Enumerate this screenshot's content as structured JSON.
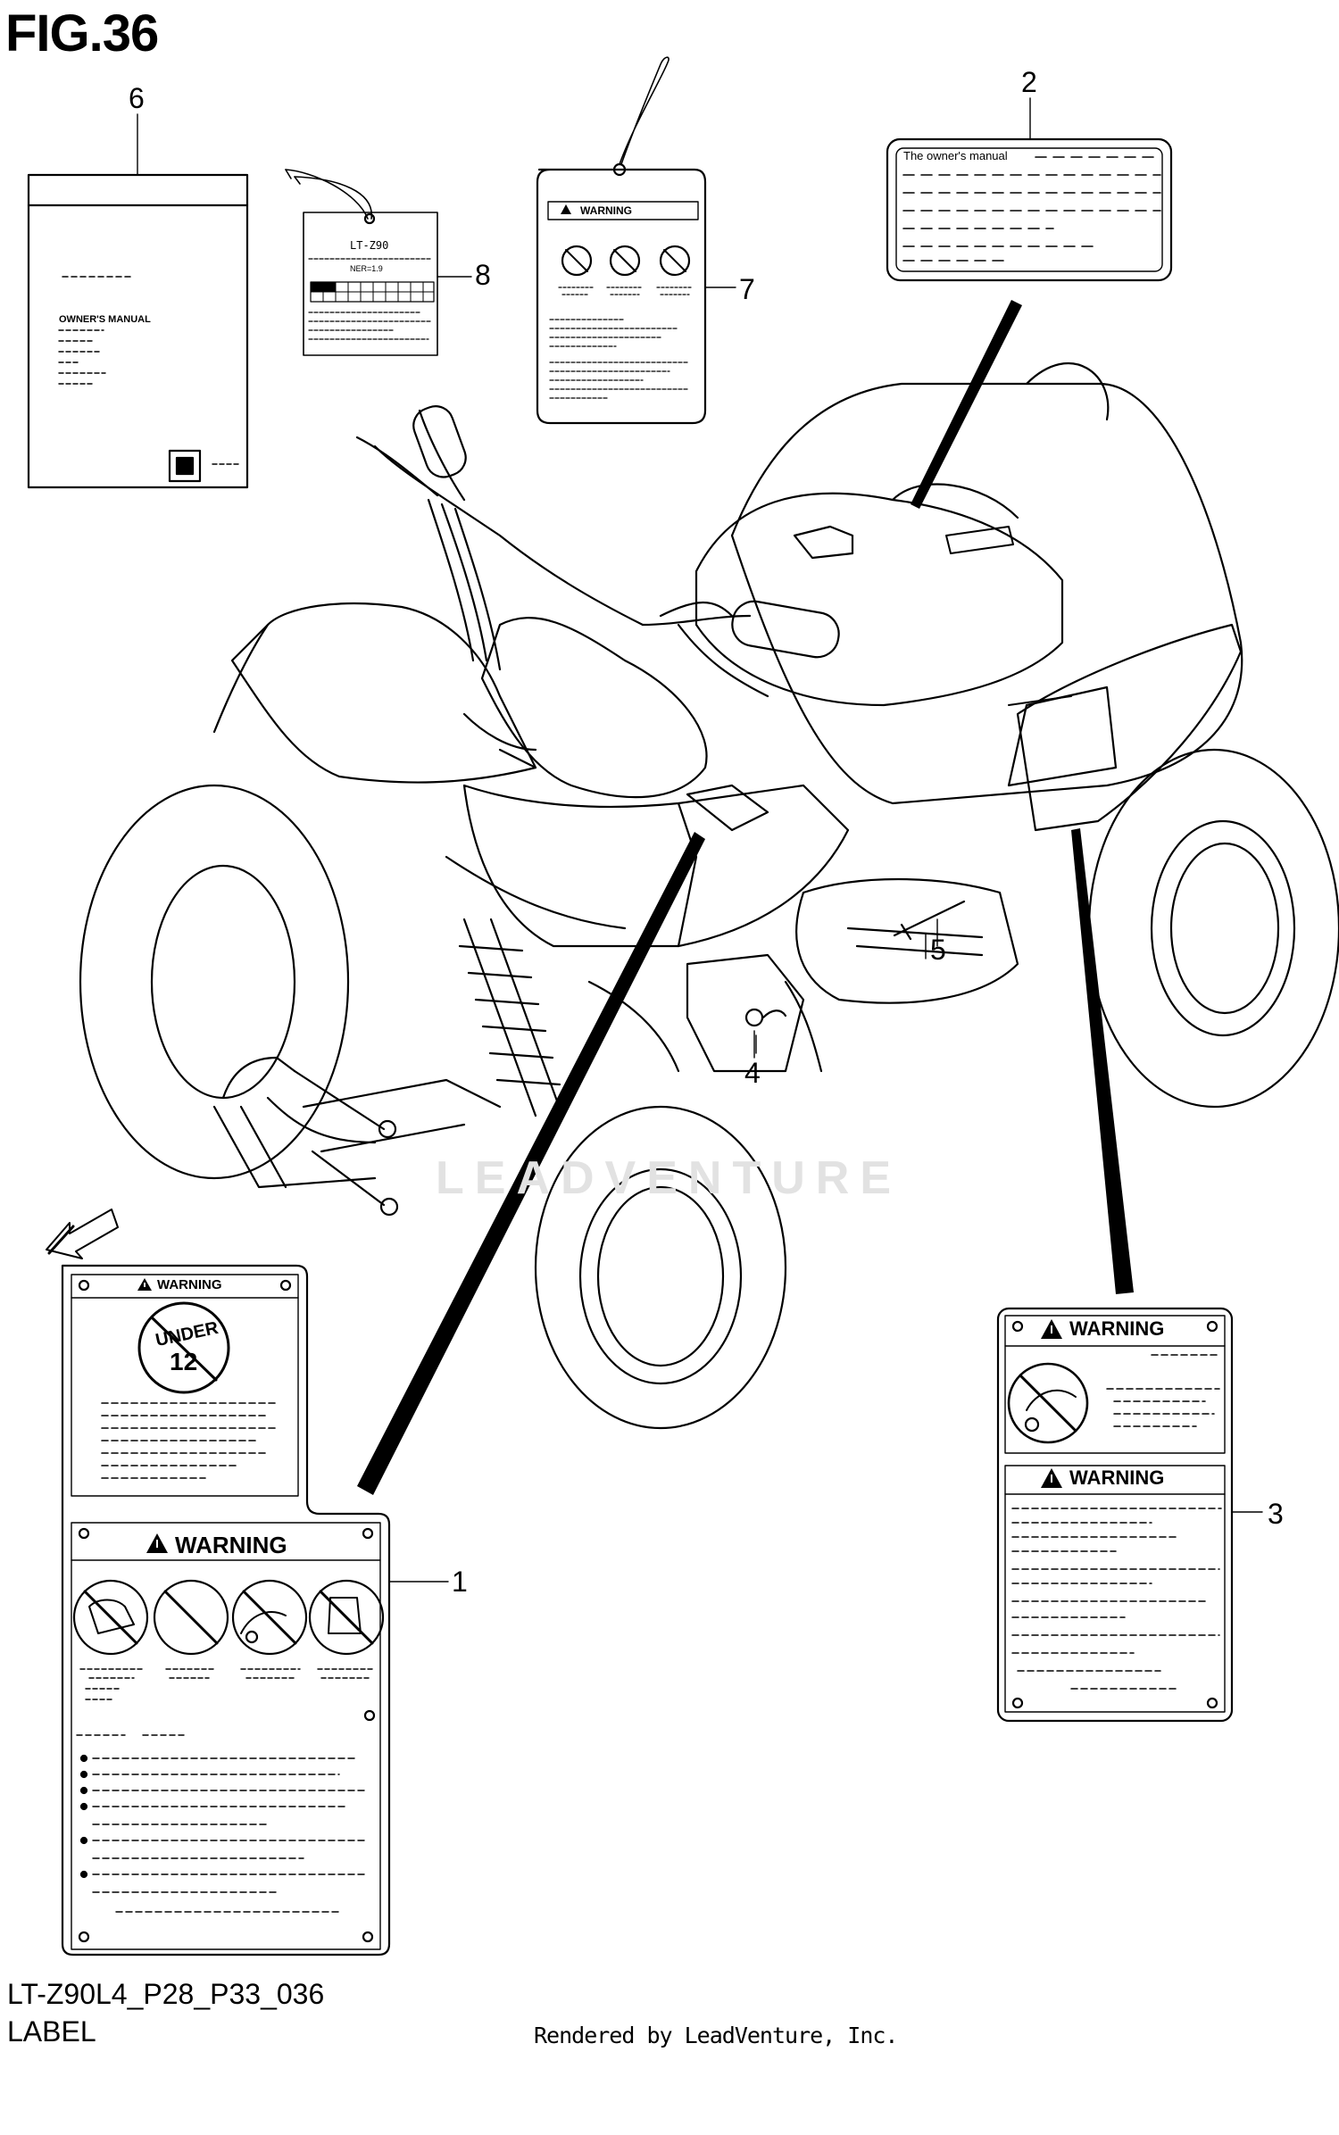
{
  "figure": {
    "title": "FIG.36",
    "part_code": "LT-Z90L4_P28_P33_036",
    "part_name": "LABEL",
    "rendered_by": "Rendered by LeadVenture, Inc.",
    "watermark": "LEADVENTURE"
  },
  "callouts": [
    "1",
    "2",
    "3",
    "4",
    "5",
    "6",
    "7",
    "8"
  ],
  "labels": {
    "manual_cover": {
      "title": "OWNER'S MANUAL"
    },
    "manual_decal": {
      "text": "The owner's manual"
    },
    "tag_model": {
      "model": "LT-Z90",
      "ratio": "NER=1.9"
    },
    "tag_warning": {
      "heading": "WARNING"
    },
    "label_1": {
      "top_heading": "WARNING",
      "age_text": "UNDER",
      "age_number": "12",
      "main_heading": "WARNING"
    },
    "label_3": {
      "top_heading": "WARNING",
      "bottom_heading": "WARNING"
    }
  },
  "icons": [
    "no-passenger-icon",
    "no-riding-icon",
    "no-alcohol-icon",
    "suzuki-logo-icon",
    "warning-triangle-icon",
    "fwd-arrow-icon"
  ]
}
